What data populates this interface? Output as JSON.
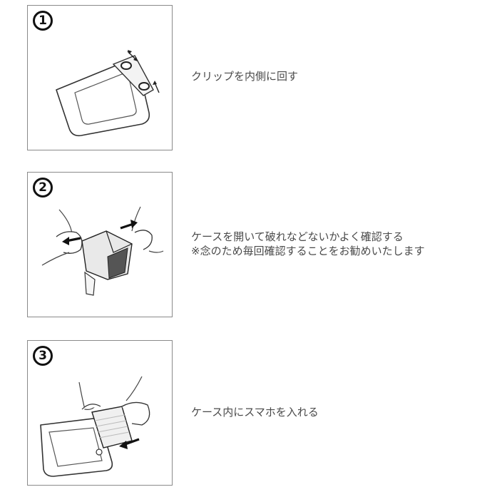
{
  "steps": [
    {
      "number": "1",
      "icon": "rotate-clips-illustration",
      "lines": [
        "クリップを内側に回す"
      ]
    },
    {
      "number": "2",
      "icon": "open-case-illustration",
      "lines": [
        "ケースを開いて破れなどないかよく確認する",
        "※念のため毎回確認することをお勧めいたします"
      ]
    },
    {
      "number": "3",
      "icon": "insert-phone-illustration",
      "lines": [
        "ケース内にスマホを入れる"
      ]
    }
  ]
}
